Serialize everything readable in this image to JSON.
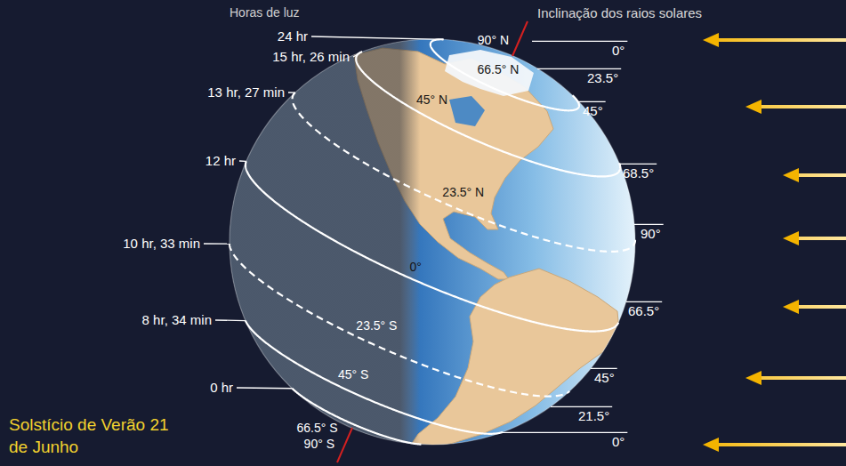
{
  "diagram": {
    "caption": "Solstício de Verão 21 de Junho",
    "labels": [
      "Horas de luz",
      "Inclinação dos raios solares",
      "24 hr",
      "15 hr, 26 min",
      "13 hr, 27 min",
      "12 hr",
      "10 hr, 33 min",
      "8 hr, 34 min",
      "0 hr",
      "90° N",
      "66.5° N",
      "45° N",
      "23.5° N",
      "0°",
      "23.5° S",
      "45° S",
      "66.5° S",
      "90° S",
      "0°",
      "23.5°",
      "45°",
      "68.5°",
      "90°",
      "66.5°",
      "45°",
      "21.5°",
      "0°"
    ]
  }
}
